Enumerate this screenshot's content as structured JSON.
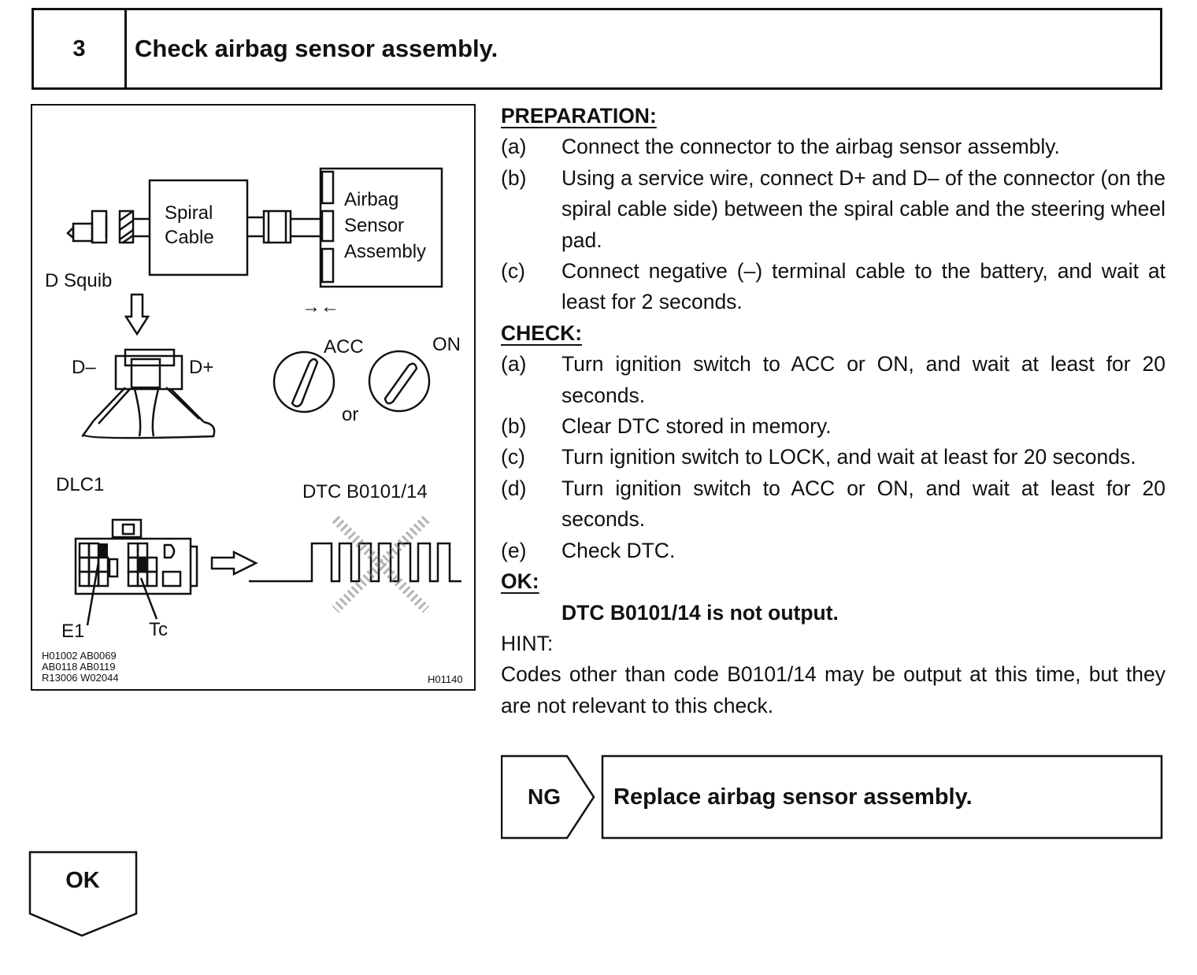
{
  "header": {
    "step_number": "3",
    "title": "Check airbag sensor assembly."
  },
  "figure": {
    "spiral_cable_line1": "Spiral",
    "spiral_cable_line2": "Cable",
    "sensor_line1": "Airbag",
    "sensor_line2": "Sensor",
    "sensor_line3": "Assembly",
    "d_squib": "D Squib",
    "arrows": "→←",
    "d_minus": "D–",
    "d_plus": "D+",
    "acc": "ACC",
    "on": "ON",
    "or": "or",
    "dlc1": "DLC1",
    "dtc_label": "DTC B0101/14",
    "e1": "E1",
    "tc": "Tc",
    "ref_codes": [
      "H01002  AB0069",
      "AB0118  AB0119",
      "R13006  W02044"
    ],
    "figure_id": "H01140"
  },
  "preparation": {
    "heading": "PREPARATION:",
    "steps": [
      {
        "label": "(a)",
        "text": "Connect the connector to the airbag sensor assembly."
      },
      {
        "label": "(b)",
        "text": "Using a service wire, connect D+ and D– of the connector (on the spiral cable side) between the spiral cable and the steering wheel pad."
      },
      {
        "label": "(c)",
        "text": "Connect negative (–) terminal cable to the battery, and wait at least for 2 seconds."
      }
    ]
  },
  "check": {
    "heading": "CHECK:",
    "steps": [
      {
        "label": "(a)",
        "text": "Turn ignition switch to ACC or ON, and wait at least for 20 seconds."
      },
      {
        "label": "(b)",
        "text": "Clear DTC stored in memory."
      },
      {
        "label": "(c)",
        "text": "Turn ignition switch to LOCK, and wait at least for 20 seconds."
      },
      {
        "label": "(d)",
        "text": "Turn ignition switch to ACC or ON, and wait at least for 20 seconds."
      },
      {
        "label": "(e)",
        "text": "Check DTC."
      }
    ]
  },
  "ok": {
    "heading": "OK:",
    "value": "DTC B0101/14 is not output."
  },
  "hint": {
    "heading": "HINT:",
    "text": "Codes other than code B0101/14 may be output at this time, but they are not relevant to this check."
  },
  "ng": {
    "label": "NG",
    "action": "Replace airbag sensor assembly."
  },
  "ok_arrow": {
    "label": "OK"
  }
}
